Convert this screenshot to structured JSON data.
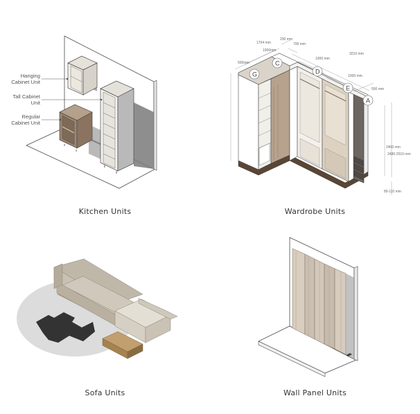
{
  "panels": [
    {
      "caption": "Kitchen Units",
      "labels": [
        "Hanging Cabinet Unit",
        "Tall Cabinet Unit",
        "Regular Cabinet Unit"
      ]
    },
    {
      "caption": "Wardrobe Units",
      "markers": [
        "G",
        "C",
        "D",
        "E",
        "A"
      ],
      "dimensions": {
        "d1704": "1704 mm",
        "d230": "230 mm",
        "d1000a": "1000mm",
        "d700": "700 mm",
        "d500a": "500mm",
        "d1000b": "1000 mm",
        "d1000c": "1000 mm",
        "d3210": "3210 mm",
        "d500b": "500 mm",
        "d2400": "2400 mm",
        "d2480": "2480-2510 mm",
        "d80": "80-110 mm"
      }
    },
    {
      "caption": "Sofa Units"
    },
    {
      "caption": "Wall Panel Units"
    }
  ],
  "colors": {
    "outline": "#4a4a4a",
    "wall": "#ffffff",
    "shadow": "#6f6f6f",
    "wood_dark": "#9c8571",
    "wood_light": "#b9a58f",
    "panel_beige": "#d5cabb",
    "accent_dark": "#5a4636",
    "rug": "#dcdcdc"
  }
}
